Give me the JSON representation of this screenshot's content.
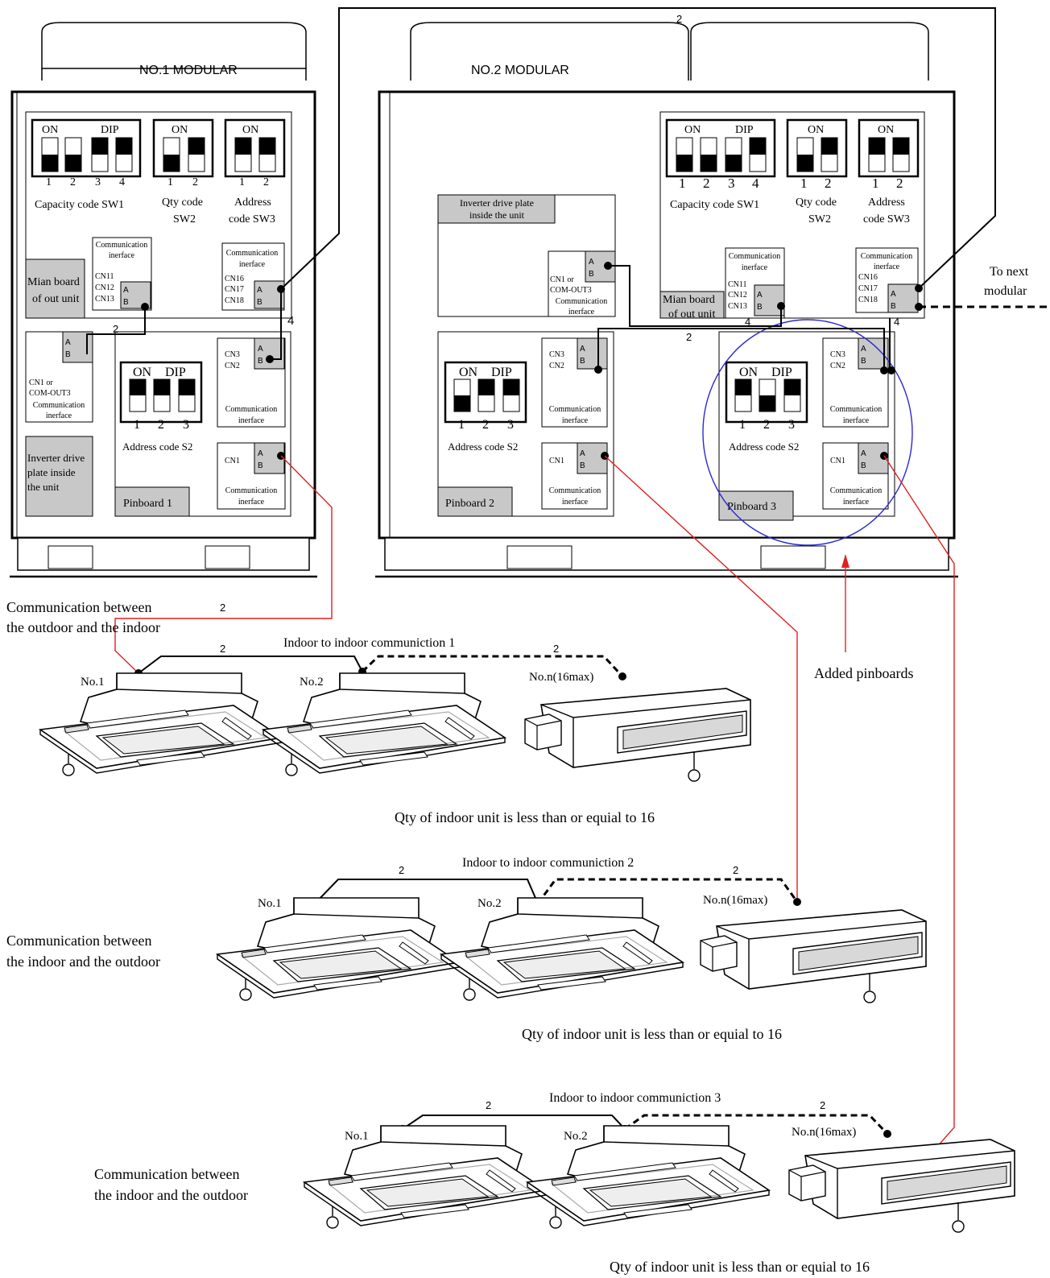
{
  "modules": {
    "m1_title": "NO.1 MODULAR",
    "m2_title": "NO.2 MODULAR"
  },
  "labels": {
    "on": "ON",
    "dip": "DIP",
    "n1": "1",
    "n2": "2",
    "n3": "3",
    "n4": "4",
    "capacity_code": "Capacity code SW1",
    "qty_code_1": "Qty code",
    "qty_code_2": "SW2",
    "address_code_1": "Address",
    "address_code_2": "code SW3",
    "comm_interface_1": "Communication",
    "comm_interface_2": "inerface",
    "main_board_1": "Mian board",
    "main_board_2": "of out unit",
    "cn11": "CN11",
    "cn12": "CN12",
    "cn13": "CN13",
    "cn16": "CN16",
    "cn17": "CN17",
    "cn18": "CN18",
    "cn3": "CN3",
    "cn2": "CN2",
    "cn1": "CN1",
    "cn1_or": "CN1 or",
    "com_out3": "COM-OUT3",
    "a": "A",
    "b": "B",
    "inverter_1": "Inverter drive",
    "inverter_2": "plate inside",
    "inverter_3": "the unit",
    "inverter_m2_1": "Inverter drive plate",
    "inverter_m2_2": "inside the unit",
    "address_code_s2": "Address code S2",
    "pinboard_1": "Pinboard 1",
    "pinboard_2": "Pinboard 2",
    "pinboard_3": "Pinboard 3",
    "to_next_1": "To next",
    "to_next_2": "modular",
    "added_pinboards": "Added pinboards",
    "two": "2",
    "four": "4"
  },
  "groups": [
    {
      "comm_1": "Communication between",
      "comm_2": "the outdoor and the indoor",
      "loop": "Indoor to indoor communiction 1",
      "no1": "No.1",
      "no2": "No.2",
      "non": "No.n(16max)",
      "qty": "Qty of indoor unit is less than or equial to 16"
    },
    {
      "comm_1": "Communication between",
      "comm_2": "the indoor and the outdoor",
      "loop": "Indoor to indoor communiction 2",
      "no1": "No.1",
      "no2": "No.2",
      "non": "No.n(16max)",
      "qty": "Qty of indoor unit is less than or equial to 16"
    },
    {
      "comm_1": "Communication between",
      "comm_2": "the indoor and the outdoor",
      "loop": "Indoor to indoor communiction 3",
      "no1": "No.1",
      "no2": "No.2",
      "non": "No.n(16max)",
      "qty": "Qty of indoor unit is less than or equial to 16"
    }
  ],
  "colors": {
    "line": "#000000",
    "red_wire": "#e02020",
    "highlight_circle": "#2a2ad0",
    "gray_block": "#c8c8c8"
  }
}
